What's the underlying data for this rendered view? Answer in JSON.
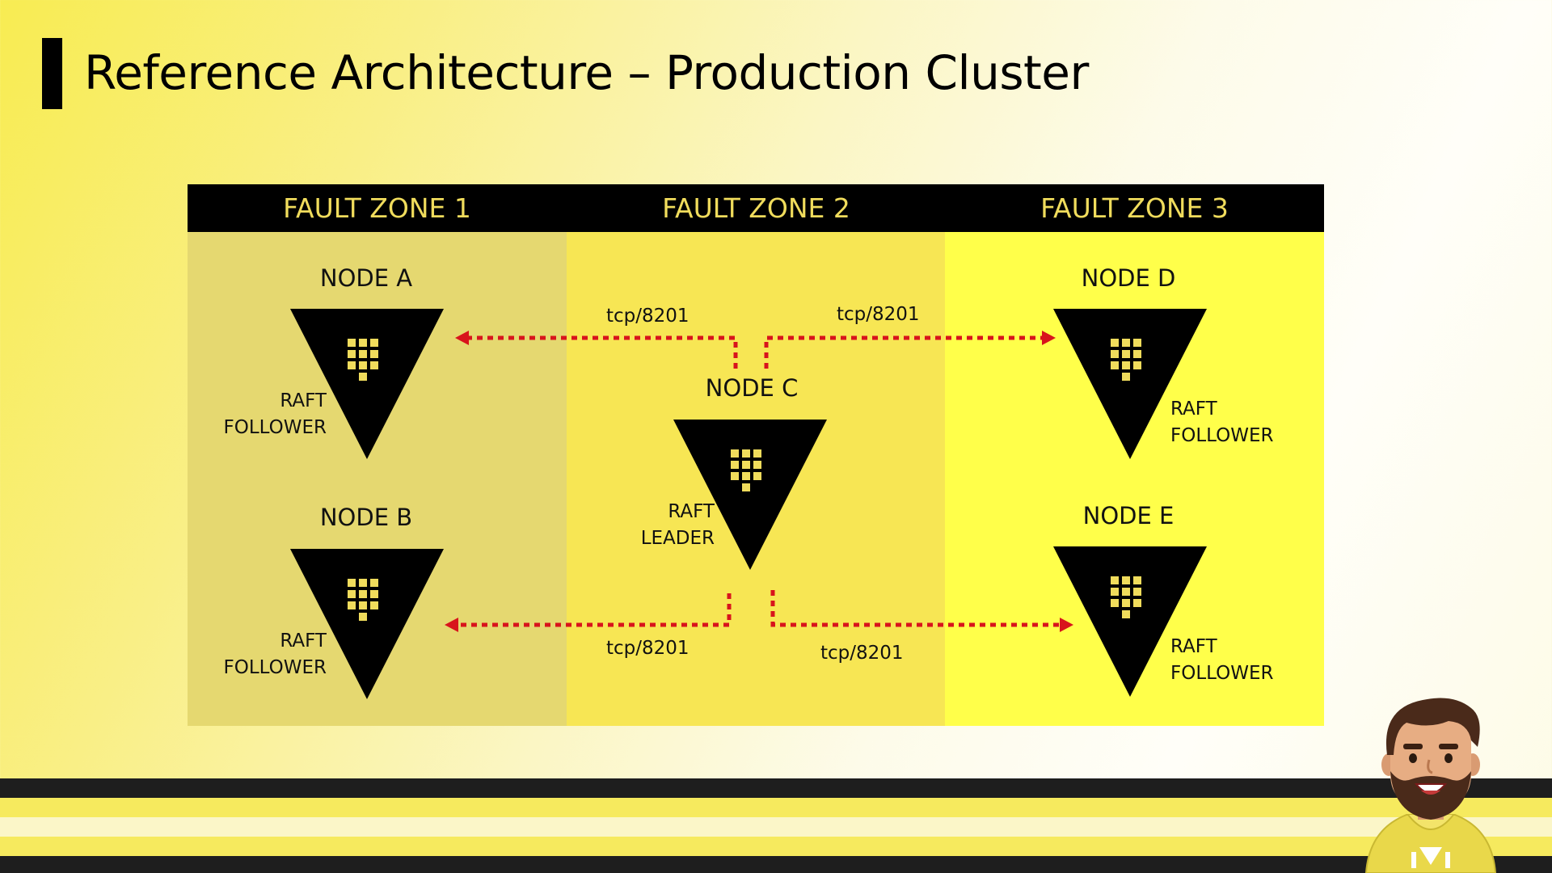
{
  "title": "Reference Architecture – Production Cluster",
  "zones": [
    {
      "label": "FAULT ZONE 1"
    },
    {
      "label": "FAULT ZONE 2"
    },
    {
      "label": "FAULT ZONE 3"
    }
  ],
  "nodes": {
    "a": {
      "name": "NODE A",
      "role_line1": "RAFT",
      "role_line2": "FOLLOWER"
    },
    "b": {
      "name": "NODE B",
      "role_line1": "RAFT",
      "role_line2": "FOLLOWER"
    },
    "c": {
      "name": "NODE C",
      "role_line1": "RAFT",
      "role_line2": "LEADER"
    },
    "d": {
      "name": "NODE D",
      "role_line1": "RAFT",
      "role_line2": "FOLLOWER"
    },
    "e": {
      "name": "NODE E",
      "role_line1": "RAFT",
      "role_line2": "FOLLOWER"
    }
  },
  "links": {
    "c_to_a": "tcp/8201",
    "c_to_d": "tcp/8201",
    "c_to_b": "tcp/8201",
    "c_to_e": "tcp/8201"
  },
  "colors": {
    "link": "#d8141c",
    "icon_fill": "#000000",
    "icon_glyph": "#f0dc5c"
  },
  "icons": {
    "node": "vault-triangle-icon",
    "presenter": "presenter-avatar-icon"
  }
}
